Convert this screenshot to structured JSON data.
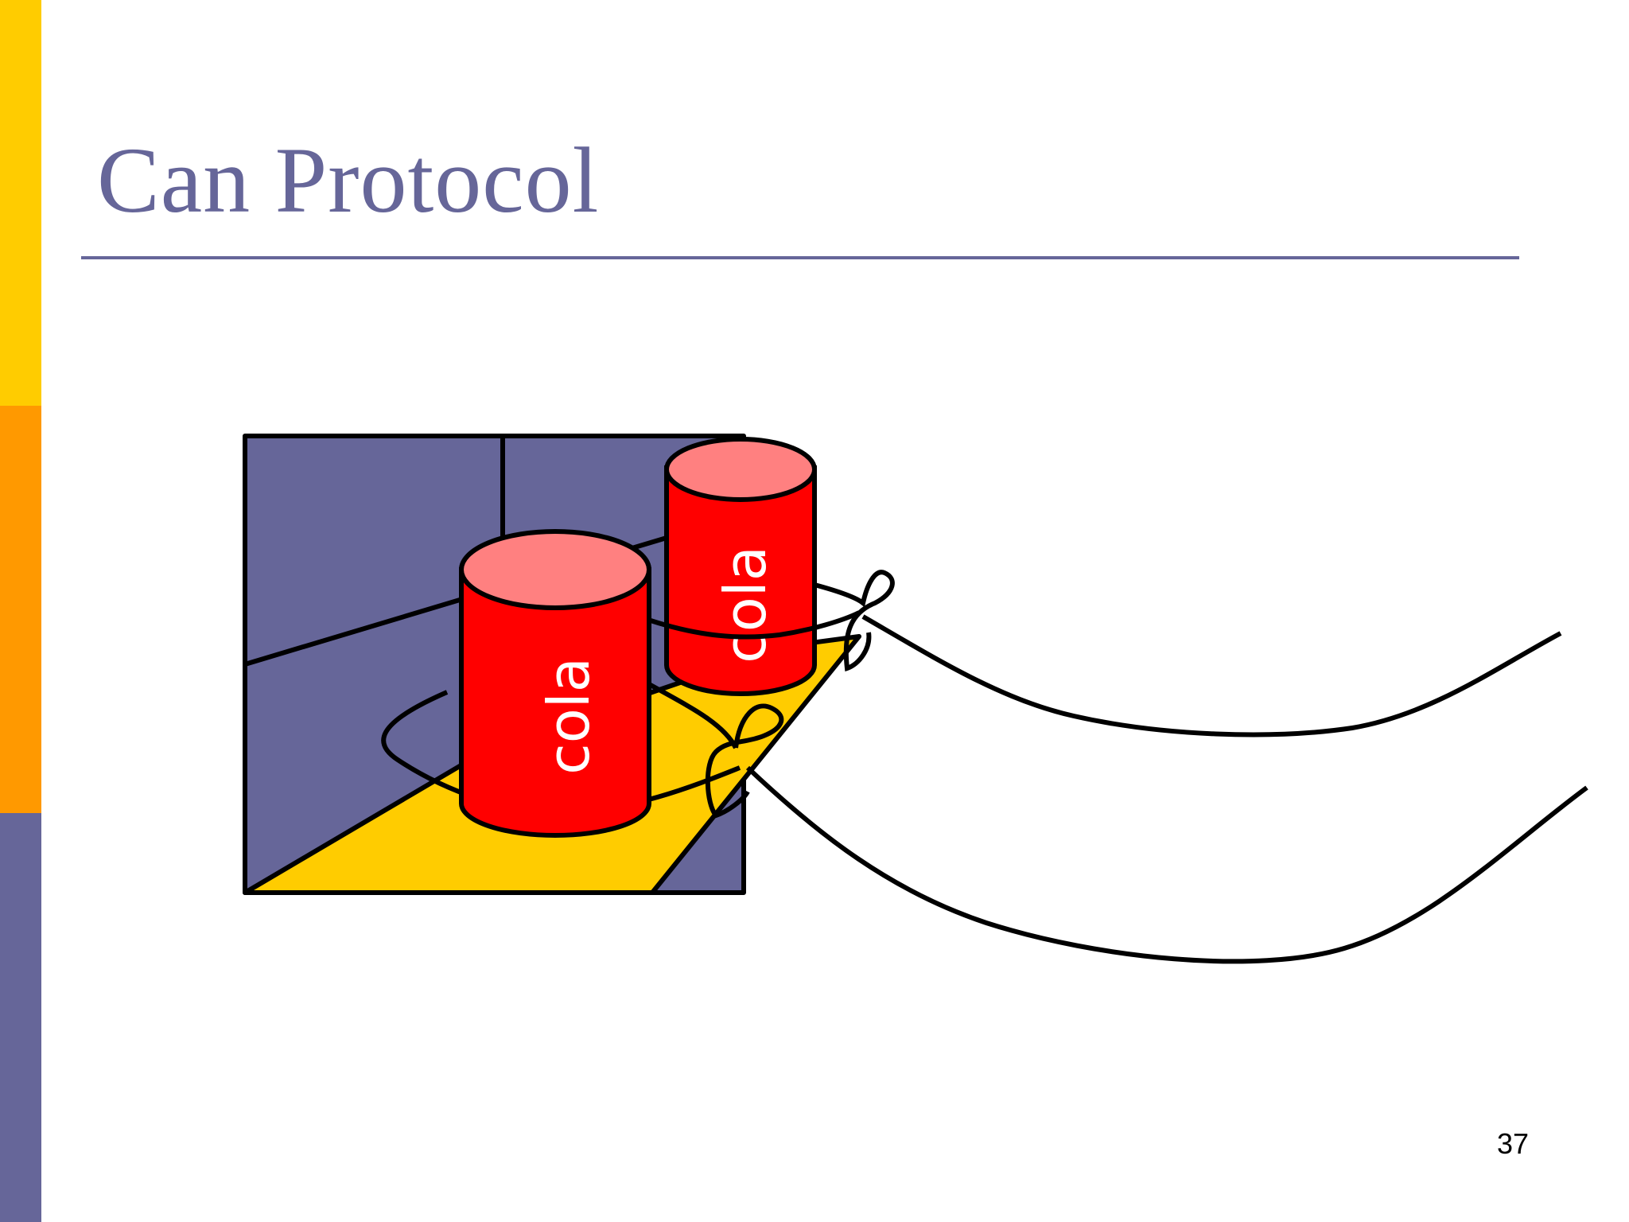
{
  "slide": {
    "title": "Can Protocol",
    "page_number": "37"
  },
  "figure": {
    "can_front_label": "cola",
    "can_back_label": "cola"
  },
  "colors": {
    "sidebar_top": "#FFCC00",
    "sidebar_middle": "#FF9900",
    "sidebar_bottom": "#666699",
    "title": "#666699",
    "rule": "#666699",
    "wall": "#666699",
    "floor": "#FFCC00",
    "can_body": "#FF0000",
    "can_top": "#FF8080",
    "outline": "#000000"
  }
}
